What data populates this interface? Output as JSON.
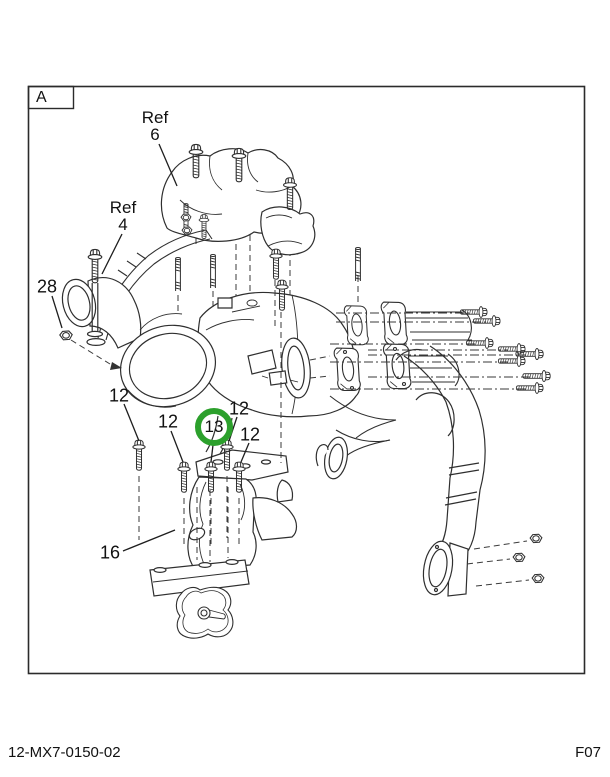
{
  "frame": {
    "label": "A"
  },
  "callouts": {
    "ref6": {
      "prefix": "Ref",
      "number": "6"
    },
    "ref4": {
      "prefix": "Ref",
      "number": "4"
    },
    "n28": {
      "number": "28"
    },
    "n12a": {
      "number": "12"
    },
    "n12b": {
      "number": "12"
    },
    "n12c": {
      "number": "12"
    },
    "n12d": {
      "number": "12"
    },
    "n13": {
      "number": "13",
      "highlighted": true
    },
    "n16": {
      "number": "16"
    }
  },
  "footer": {
    "doc_number": "12-MX7-0150-02",
    "figure_code": "F07"
  },
  "colors": {
    "highlight_ring": "#2ca02c",
    "line": "#2f2f2f",
    "background": "#ffffff"
  }
}
